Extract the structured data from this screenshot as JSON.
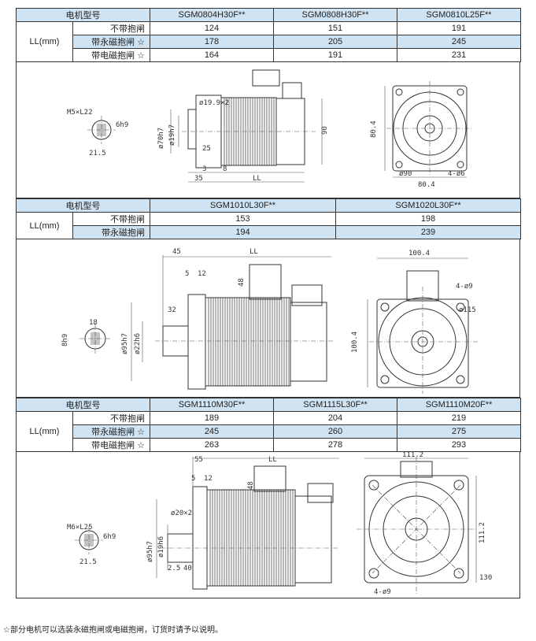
{
  "table1": {
    "header_label": "电机型号",
    "models": [
      "SGM0804H30F**",
      "SGM0808H30F**",
      "SGM0810L25F**"
    ],
    "ll_label": "LL(mm)",
    "rows": [
      {
        "label": "不带抱闸",
        "values": [
          "124",
          "151",
          "191"
        ]
      },
      {
        "label": "带永磁抱闸 ☆",
        "values": [
          "178",
          "205",
          "245"
        ]
      },
      {
        "label": "带电磁抱闸 ☆",
        "values": [
          "164",
          "191",
          "231"
        ]
      }
    ]
  },
  "drawing1": {
    "shaft_key": "M5×L22",
    "shaft_tol": "6h9",
    "shaft_depth": "21.5",
    "flange1": "ø19.9×2",
    "pilot": "ø70h7",
    "shaft_d": "ø19h7",
    "d25": "25",
    "d3": "3",
    "d8": "8",
    "d35": "35",
    "ll": "LL",
    "h90": "90",
    "side": "80.4",
    "bottom": "80.4",
    "pcd": "ø90",
    "holes": "4-ø6"
  },
  "table2": {
    "header_label": "电机型号",
    "models": [
      "SGM1010L30F**",
      "SGM1020L30F**"
    ],
    "ll_label": "LL(mm)",
    "rows": [
      {
        "label": "不带抱闸",
        "values": [
          "153",
          "198"
        ]
      },
      {
        "label": "带永磁抱闸",
        "values": [
          "194",
          "239"
        ]
      }
    ]
  },
  "drawing2": {
    "d45": "45",
    "ll": "LL",
    "d5": "5",
    "d12": "12",
    "d48": "48",
    "d32": "32",
    "d18": "18",
    "key_tol": "8h9",
    "pilot": "ø95h7",
    "shaft_d": "ø22h6",
    "top": "100.4",
    "holes": "4-ø9",
    "pcd": "ø115",
    "side": "100.4"
  },
  "table3": {
    "header_label": "电机型号",
    "models": [
      "SGM1110M30F**",
      "SGM1115L30F**",
      "SGM1110M20F**"
    ],
    "ll_label": "LL(mm)",
    "rows": [
      {
        "label": "不带抱闸",
        "values": [
          "189",
          "204",
          "219"
        ]
      },
      {
        "label": "带永磁抱闸 ☆",
        "values": [
          "245",
          "260",
          "275"
        ]
      },
      {
        "label": "带电磁抱闸 ☆",
        "values": [
          "263",
          "278",
          "293"
        ]
      }
    ]
  },
  "drawing3": {
    "d55": "55",
    "ll": "LL",
    "d5": "5",
    "d12": "12",
    "d48": "48",
    "flange": "ø20×2",
    "pilot": "ø95h7",
    "shaft_d": "ø19h6",
    "d25": "2.5",
    "d40": "40",
    "shaft_key": "M6×L25",
    "shaft_tol": "6h9",
    "shaft_depth": "21.5",
    "top": "111.2",
    "side": "111.2",
    "pcd": "130",
    "holes": "4-ø9"
  },
  "footnote": "☆部分电机可以选装永磁抱闸或电磁抱闸，订货时请予以说明。"
}
